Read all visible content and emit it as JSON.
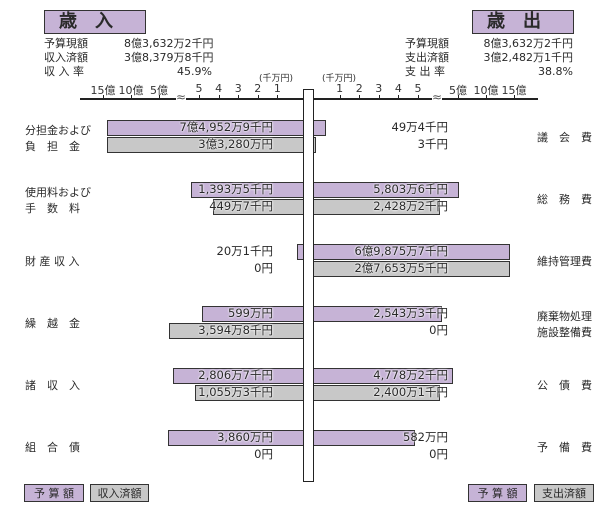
{
  "revenue": {
    "title": "歳入",
    "rows": [
      {
        "label": "予算現額",
        "value": "8億3,632万2千円"
      },
      {
        "label": "収入済額",
        "value": "3億8,379万8千円"
      },
      {
        "label": "収 入 率",
        "value": "45.9%"
      }
    ],
    "legend": [
      "予 算 額",
      "収入済額"
    ]
  },
  "expenditure": {
    "title": "歳出",
    "rows": [
      {
        "label": "予算現額",
        "value": "8億3,632万2千円"
      },
      {
        "label": "支出済額",
        "value": "3億2,482万1千円"
      },
      {
        "label": "支 出 率",
        "value": "38.8%"
      }
    ],
    "legend": [
      "予 算 額",
      "支出済額"
    ]
  },
  "colors": {
    "budget": "#c6b3d6",
    "actual": "#c8c8c8"
  },
  "chart_data": {
    "type": "bar",
    "unit_label": "(千万円)",
    "axis_ticks": [
      "1",
      "2",
      "3",
      "4",
      "5",
      "5億",
      "10億",
      "15億"
    ],
    "revenue_categories": [
      {
        "name": [
          "分担金および",
          "負　担　金"
        ],
        "budget": 749529,
        "actual": 332800,
        "budget_label": "7億4,952万9千円",
        "actual_label": "3億3,280万円"
      },
      {
        "name": [
          "使用料および",
          "手　数　料"
        ],
        "budget": 13935,
        "actual": 4497,
        "budget_label": "1,393万5千円",
        "actual_label": "449万7千円"
      },
      {
        "name": [
          "財 産 収 入"
        ],
        "budget": 201,
        "actual": 0,
        "budget_label": "20万1千円",
        "actual_label": "0円"
      },
      {
        "name": [
          "繰　越　金"
        ],
        "budget": 5990,
        "actual": 35948,
        "budget_label": "599万円",
        "actual_label": "3,594万8千円"
      },
      {
        "name": [
          "諸　収　入"
        ],
        "budget": 28067,
        "actual": 10553,
        "budget_label": "2,806万7千円",
        "actual_label": "1,055万3千円"
      },
      {
        "name": [
          "組　合　債"
        ],
        "budget": 38600,
        "actual": 0,
        "budget_label": "3,860万円",
        "actual_label": "0円"
      }
    ],
    "expenditure_categories": [
      {
        "name": [
          "議　会　費"
        ],
        "budget": 494,
        "actual": 3,
        "budget_label": "49万4千円",
        "actual_label": "3千円"
      },
      {
        "name": [
          "総　務　費"
        ],
        "budget": 58036,
        "actual": 24282,
        "budget_label": "5,803万6千円",
        "actual_label": "2,428万2千円"
      },
      {
        "name": [
          "維持管理費"
        ],
        "budget": 698757,
        "actual": 276535,
        "budget_label": "6億9,875万7千円",
        "actual_label": "2億7,653万5千円"
      },
      {
        "name": [
          "廃棄物処理",
          "施設整備費"
        ],
        "budget": 25433,
        "actual": 0,
        "budget_label": "2,543万3千円",
        "actual_label": "0円"
      },
      {
        "name": [
          "公　債　費"
        ],
        "budget": 47782,
        "actual": 24001,
        "budget_label": "4,778万2千円",
        "actual_label": "2,400万1千円"
      },
      {
        "name": [
          "予　備　費"
        ],
        "budget": 5820,
        "actual": 0,
        "budget_label": "582万円",
        "actual_label": "0円"
      }
    ]
  }
}
